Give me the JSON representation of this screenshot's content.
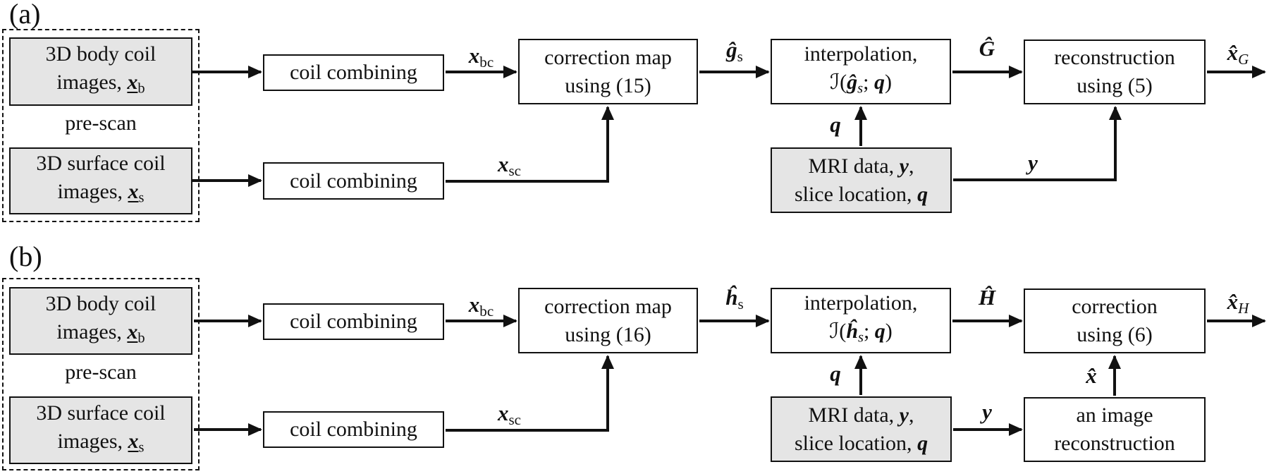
{
  "colors": {
    "box_fill": "#e5e5e5",
    "line": "#111111",
    "background": "#ffffff"
  },
  "a": {
    "tag": "(a)",
    "prescan_caption": "pre-scan",
    "body_coil": {
      "line1": "3D body coil",
      "line2_text": "images, ",
      "sym": "x",
      "sub": "b"
    },
    "surface_coil": {
      "line1": "3D surface coil",
      "line2_text": "images, ",
      "sym": "x",
      "sub": "s"
    },
    "coil_combining_1": "coil combining",
    "coil_combining_2": "coil combining",
    "correction_map": {
      "line1": "correction map",
      "line2": "using (15)"
    },
    "interpolation": {
      "line1": "interpolation,",
      "open": "ℐ(",
      "sym": "ĝ",
      "sub": "s",
      "sep": "; ",
      "arg": "q",
      "close": ")"
    },
    "reconstruction": {
      "line1": "reconstruction",
      "line2": "using (5)"
    },
    "mri_data": {
      "line1_text": "MRI data, ",
      "line1_sym": "y",
      "line1_comma": ",",
      "line2_text": "slice location, ",
      "line2_sym": "q"
    },
    "labels": {
      "xbc": {
        "main": "x",
        "sub": "bc"
      },
      "xsc": {
        "main": "x",
        "sub": "sc"
      },
      "gs": {
        "main": "ĝ",
        "sub": "s"
      },
      "G": {
        "main": "Ĝ"
      },
      "q": {
        "main": "q"
      },
      "y": {
        "main": "y"
      },
      "xG": {
        "main": "x̂",
        "sub": "G"
      }
    }
  },
  "b": {
    "tag": "(b)",
    "prescan_caption": "pre-scan",
    "body_coil": {
      "line1": "3D body coil",
      "line2_text": "images, ",
      "sym": "x",
      "sub": "b"
    },
    "surface_coil": {
      "line1": "3D surface coil",
      "line2_text": "images, ",
      "sym": "x",
      "sub": "s"
    },
    "coil_combining_1": "coil combining",
    "coil_combining_2": "coil combining",
    "correction_map": {
      "line1": "correction map",
      "line2": "using (16)"
    },
    "interpolation": {
      "line1": "interpolation,",
      "open": "ℐ(",
      "sym": "ĥ",
      "sub": "s",
      "sep": "; ",
      "arg": "q",
      "close": ")"
    },
    "correction": {
      "line1": "correction",
      "line2": "using (6)"
    },
    "image_recon": {
      "line1": "an image",
      "line2": "reconstruction"
    },
    "mri_data": {
      "line1_text": "MRI data, ",
      "line1_sym": "y",
      "line1_comma": ",",
      "line2_text": "slice location, ",
      "line2_sym": "q"
    },
    "labels": {
      "xbc": {
        "main": "x",
        "sub": "bc"
      },
      "xsc": {
        "main": "x",
        "sub": "sc"
      },
      "hs": {
        "main": "ĥ",
        "sub": "s"
      },
      "H": {
        "main": "Ĥ"
      },
      "q": {
        "main": "q"
      },
      "y": {
        "main": "y"
      },
      "xhat": {
        "main": "x̂"
      },
      "xH": {
        "main": "x̂",
        "sub": "H"
      }
    }
  }
}
